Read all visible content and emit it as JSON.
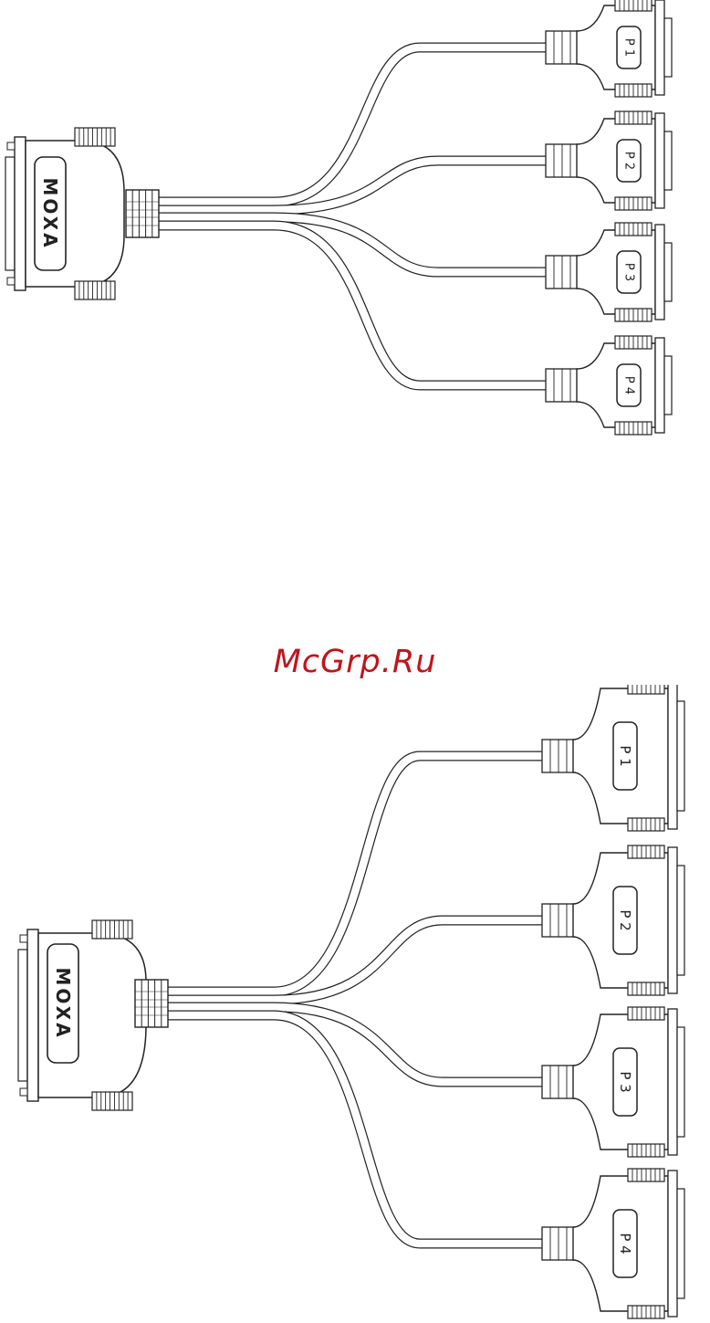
{
  "watermark": {
    "text": "McGrp.Ru",
    "color": "#c0141c"
  },
  "logo_text": "MOXA",
  "figures": [
    {
      "name": "top",
      "ports": [
        {
          "label": "P 1"
        },
        {
          "label": "P 2"
        },
        {
          "label": "P 3"
        },
        {
          "label": "P 4"
        }
      ]
    },
    {
      "name": "bottom",
      "ports": [
        {
          "label": "P 1"
        },
        {
          "label": "P 2"
        },
        {
          "label": "P 3"
        },
        {
          "label": "P 4"
        }
      ]
    }
  ],
  "colors": {
    "line": "#222222",
    "fill": "#ffffff",
    "trim": "#e0a0a0"
  }
}
